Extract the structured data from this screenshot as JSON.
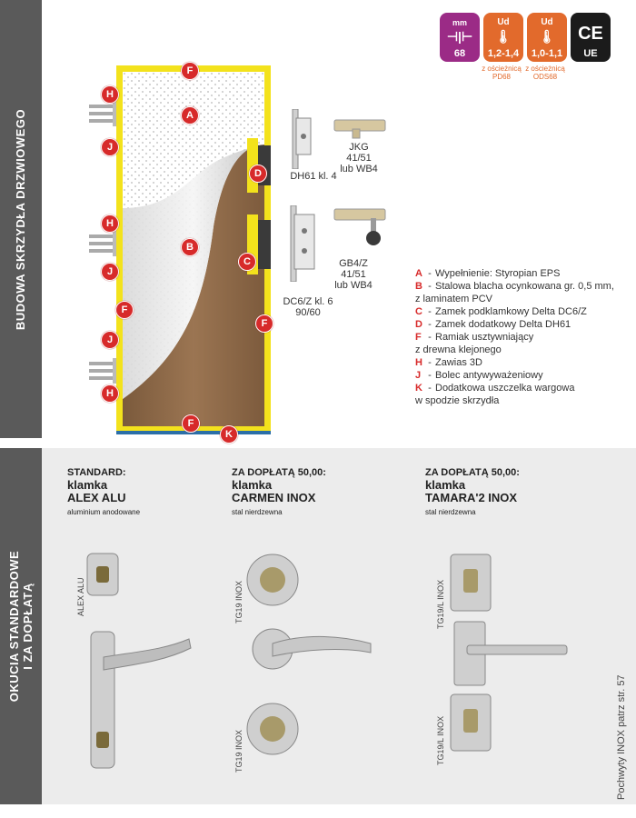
{
  "sidebar": {
    "top_label": "BUDOWA SKRZYDŁA DRZWIOWEGO",
    "bottom_label_line1": "OKUCIA STANDARDOWE",
    "bottom_label_line2": "I ZA DOPŁATĄ"
  },
  "badges": [
    {
      "top": "mm",
      "value": "68",
      "color": "#9b2b86"
    },
    {
      "top": "Ud",
      "value": "1,2-1,4",
      "color": "#e26a2c",
      "sub1": "z ościeżnicą",
      "sub2": "PD68"
    },
    {
      "top": "Ud",
      "value": "1,0-1,1",
      "color": "#e26a2c",
      "sub1": "z ościeżnicą",
      "sub2": "ODS68"
    },
    {
      "top": "CE",
      "value": "UE",
      "color": "#1b1b1b"
    }
  ],
  "markers": {
    "A": "A",
    "B": "B",
    "C": "C",
    "D": "D",
    "F": "F",
    "H": "H",
    "J": "J",
    "K": "K"
  },
  "locks": {
    "dh61": "DH61 kl. 4",
    "jkg_1": "JKG",
    "jkg_2": "41/51",
    "jkg_3": "lub WB4",
    "dc6_1": "DC6/Z kl. 6",
    "dc6_2": "90/60",
    "gb4_1": "GB4/Z",
    "gb4_2": "41/51",
    "gb4_3": "lub WB4"
  },
  "legend": [
    {
      "key": "A",
      "lines": [
        "Wypełnienie: Styropian EPS"
      ]
    },
    {
      "key": "B",
      "lines": [
        "Stalowa blacha ocynkowana gr. 0,5 mm,",
        "z laminatem PCV"
      ]
    },
    {
      "key": "C",
      "lines": [
        "Zamek podklamkowy Delta DC6/Z"
      ]
    },
    {
      "key": "D",
      "lines": [
        "Zamek dodatkowy Delta DH61"
      ]
    },
    {
      "key": "F",
      "lines": [
        "Ramiak usztywniający",
        "z drewna klejonego"
      ]
    },
    {
      "key": "H",
      "lines": [
        "Zawias 3D"
      ]
    },
    {
      "key": "J",
      "lines": [
        "Bolec antywyważeniowy"
      ]
    },
    {
      "key": "K",
      "lines": [
        "Dodatkowa uszczelka wargowa",
        "w spodzie skrzydła"
      ]
    }
  ],
  "handles": [
    {
      "h1": "STANDARD:",
      "h2": "klamka",
      "h3": "ALEX ALU",
      "sub": "aluminium anodowane",
      "tag_top": "ALEX ALU"
    },
    {
      "h1": "ZA DOPŁATĄ 50,00:",
      "h2": "klamka",
      "h3": "CARMEN INOX",
      "sub": "stal nierdzewna",
      "tag_top": "TG19 INOX",
      "tag_bottom": "TG19 INOX"
    },
    {
      "h1": "ZA DOPŁATĄ 50,00:",
      "h2": "klamka",
      "h3": "TAMARA'2 INOX",
      "sub": "stal nierdzewna",
      "tag_top": "TG19/L INOX",
      "tag_bottom": "TG19/L INOX"
    }
  ],
  "side_note": "Pochwyty INOX patrz str. 57",
  "colors": {
    "marker": "#d72a2a",
    "frame": "#f3e21c",
    "wood": "#8a6a4a",
    "sidebar": "#5a5a5a"
  }
}
